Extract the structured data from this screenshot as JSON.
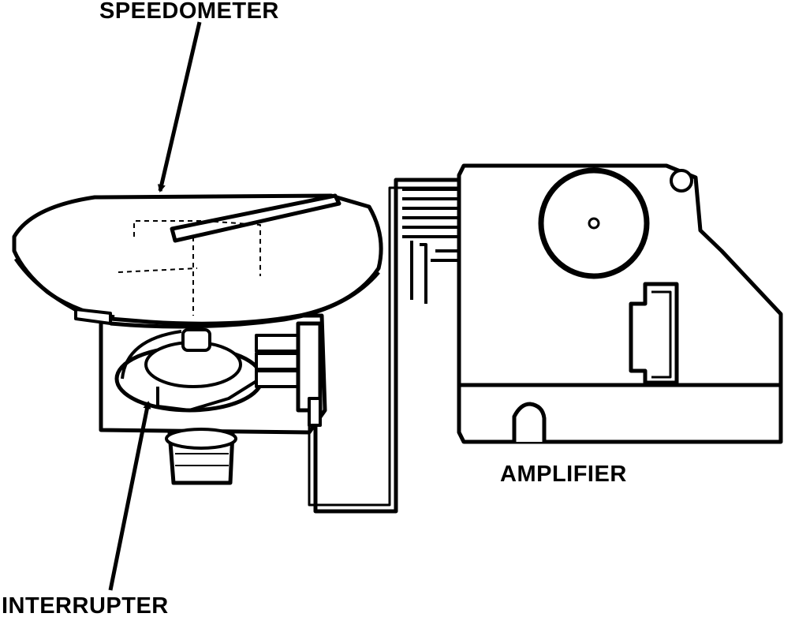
{
  "labels": {
    "speedometer": "SPEEDOMETER",
    "amplifier": "AMPLIFIER",
    "interrupter": "INTERRUPTER"
  },
  "colors": {
    "ink": "#000000",
    "paper": "#ffffff",
    "shade": "#d8d8d8"
  }
}
